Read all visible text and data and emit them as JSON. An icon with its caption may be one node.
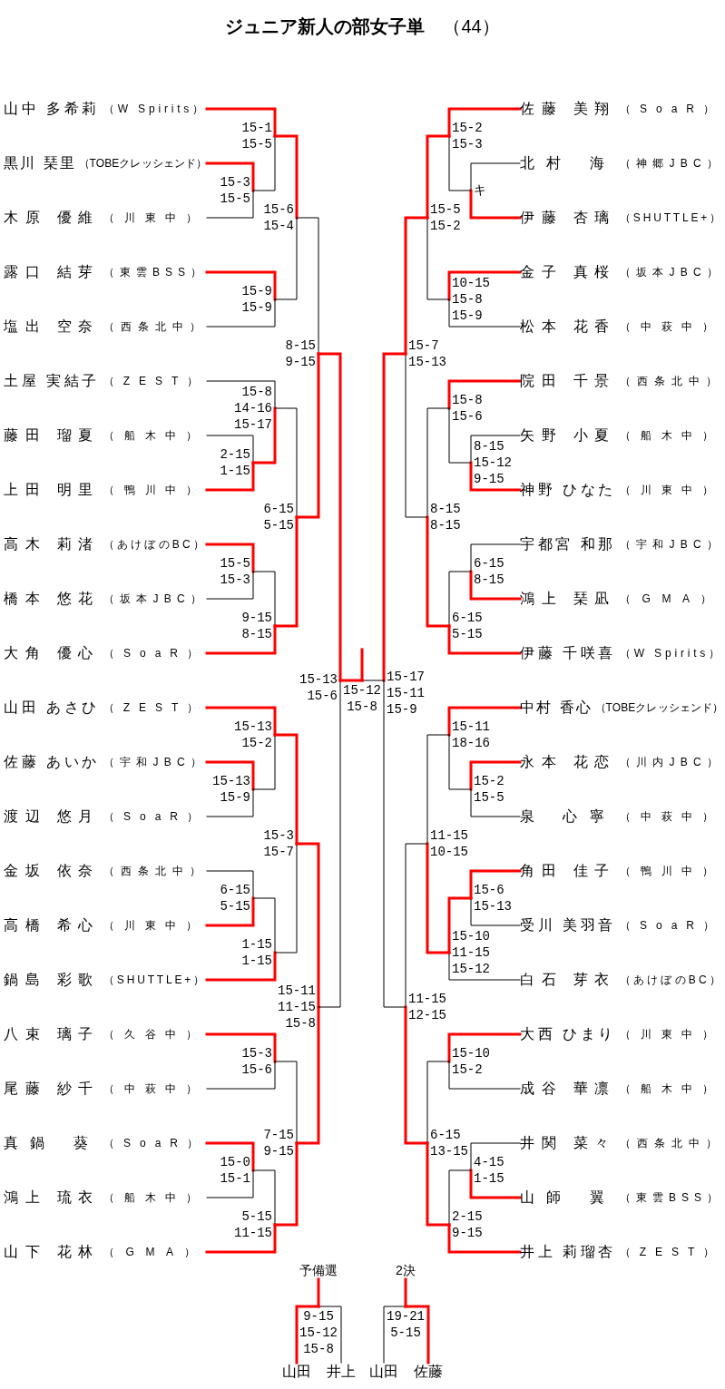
{
  "diagram": {
    "title": "**ジュニア新人の部女子単**　（44）",
    "nodes": [
      {
        "text": [
          "山中 多希莉",
          "（W Spirits）"
        ]
      },
      {
        "text": [
          "黒川 琹里",
          "（TOBEクレッシェンド）"
        ]
      },
      {
        "text": [
          "木原 優維",
          "（川東中）"
        ]
      },
      {
        "text": [
          "露口 結芽",
          "（東雲BSS）"
        ]
      },
      {
        "text": [
          "塩出 空奈",
          "（西条北中）"
        ]
      },
      {
        "text": [
          "土屋 実結子",
          "（ZEST）"
        ]
      },
      {
        "text": [
          "藤田 瑠夏",
          "（船木中）"
        ]
      },
      {
        "text": [
          "上田 明里",
          "（鴨川中）"
        ]
      },
      {
        "text": [
          "高木 莉渚",
          "（あけぼのBC）"
        ]
      },
      {
        "text": [
          "橋本 悠花",
          "（坂本JBC）"
        ]
      },
      {
        "text": [
          "大角 優心",
          "（SoaR）"
        ]
      },
      {
        "text": [
          "山田 あさひ",
          "（ZEST）"
        ]
      },
      {
        "text": [
          "佐藤 あいか",
          "（宇和JBC）"
        ]
      },
      {
        "text": [
          "渡辺 悠月",
          "（SoaR）"
        ]
      },
      {
        "text": [
          "金坂 依奈",
          "（西条北中）"
        ]
      },
      {
        "text": [
          "高橋 希心",
          "（川東中）"
        ]
      },
      {
        "text": [
          "鍋島 彩歌",
          "（SHUTTLE+）"
        ]
      },
      {
        "text": [
          "八束 璃子",
          "（久谷中）"
        ]
      },
      {
        "text": [
          "尾藤 紗千",
          "（中萩中）"
        ]
      },
      {
        "text": [
          "真鍋 葵",
          "（SoaR）"
        ]
      },
      {
        "text": [
          "鴻上 琉衣",
          "（船木中）"
        ]
      },
      {
        "text": [
          "山下 花林",
          "（GMA）"
        ]
      },
      {
        "text": [
          "佐藤 美翔",
          "（SoaR）"
        ]
      },
      {
        "text": [
          "北村 海",
          "（神郷JBC）"
        ]
      },
      {
        "text": [
          "伊藤 杏璃",
          "（SHUTTLE+）"
        ]
      },
      {
        "text": [
          "金子 真桜",
          "（坂本JBC）"
        ]
      },
      {
        "text": [
          "松本 花香",
          "（中萩中）"
        ]
      },
      {
        "text": [
          "院田 千景",
          "（西条北中）"
        ]
      },
      {
        "text": [
          "矢野 小夏",
          "（船木中）"
        ]
      },
      {
        "text": [
          "神野 ひなた",
          "（川東中）"
        ]
      },
      {
        "text": [
          "宇都宮 和那",
          "（宇和JBC）"
        ]
      },
      {
        "text": [
          "鴻上 琹凪",
          "（GMA）"
        ]
      },
      {
        "text": [
          "伊藤 千咲喜",
          "（W Spirits）"
        ]
      },
      {
        "text": [
          "中村 香心",
          "（TOBEクレッシェンド）"
        ]
      },
      {
        "text": [
          "永本 花恋",
          "（川内JBC）"
        ]
      },
      {
        "text": [
          "泉 心寧",
          "（中萩中）"
        ]
      },
      {
        "text": [
          "角田 佳子",
          "（鴨川中）"
        ]
      },
      {
        "text": [
          "受川 美羽音",
          "（SoaR）"
        ]
      },
      {
        "text": [
          "白石 芽衣",
          "（あけぼのBC）"
        ]
      },
      {
        "text": [
          "大西 ひまり",
          "（川東中）"
        ]
      },
      {
        "text": [
          "成谷 華凛",
          "（船木中）"
        ]
      },
      {
        "text": [
          "井関 菜々",
          "（西条北中）"
        ]
      },
      {
        "text": [
          "山師 翼",
          "（東雲BSS）"
        ]
      },
      {
        "text": [
          "井上 莉瑠杏",
          "（ZEST）"
        ]
      },
      {
        "text": [
          "15-3 15-5"
        ]
      },
      {
        "text": [
          "15-1 15-5"
        ]
      },
      {
        "text": [
          "15-9 15-9"
        ]
      },
      {
        "text": [
          "15-6 15-4"
        ]
      },
      {
        "text": [
          "2-15 1-15"
        ]
      },
      {
        "text": [
          "15-8 14-16 15-17"
        ]
      },
      {
        "text": [
          "15-5 15-3"
        ]
      },
      {
        "text": [
          "9-15 8-15"
        ]
      },
      {
        "text": [
          "6-15 5-15"
        ]
      },
      {
        "text": [
          "8-15 9-15"
        ]
      },
      {
        "text": [
          "15-13 15-9"
        ]
      },
      {
        "text": [
          "15-13 15-2"
        ]
      },
      {
        "text": [
          "6-15 5-15"
        ]
      },
      {
        "text": [
          "1-15 1-15"
        ]
      },
      {
        "text": [
          "15-3 15-7"
        ]
      },
      {
        "text": [
          "15-3 15-6"
        ]
      },
      {
        "text": [
          "15-0 15-1"
        ]
      },
      {
        "text": [
          "5-15 11-15"
        ]
      },
      {
        "text": [
          "7-15 9-15"
        ]
      },
      {
        "text": [
          "15-11 11-15 15-8"
        ]
      },
      {
        "text": [
          "15-13 15-6"
        ]
      },
      {
        "text": [
          "キ"
        ]
      },
      {
        "text": [
          "15-2 15-3"
        ]
      },
      {
        "text": [
          "10-15 15-8 15-9"
        ]
      },
      {
        "text": [
          "15-5 15-2"
        ]
      },
      {
        "text": [
          "8-15 15-12 9-15"
        ]
      },
      {
        "text": [
          "15-8 15-6"
        ]
      },
      {
        "text": [
          "6-15 8-15"
        ]
      },
      {
        "text": [
          "6-15 5-15"
        ]
      },
      {
        "text": [
          "8-15 8-15"
        ]
      },
      {
        "text": [
          "15-7 15-13"
        ]
      },
      {
        "text": [
          "15-2 15-5"
        ]
      },
      {
        "text": [
          "15-11 18-16"
        ]
      },
      {
        "text": [
          "15-6 15-13"
        ]
      },
      {
        "text": [
          "15-10 11-15 15-12"
        ]
      },
      {
        "text": [
          "11-15 10-15"
        ]
      },
      {
        "text": [
          "15-10 15-2"
        ]
      },
      {
        "text": [
          "4-15 1-15"
        ]
      },
      {
        "text": [
          "2-15 9-15"
        ]
      },
      {
        "text": [
          "6-15 13-15"
        ]
      },
      {
        "text": [
          "11-15 12-15"
        ]
      },
      {
        "text": [
          "15-17 15-11 15-9"
        ]
      },
      {
        "text": [
          "15-12 15-8"
        ]
      },
      {
        "text": [
          "9-15 15-12 15-8"
        ],
        "beside": [
          "予備選"
        ]
      },
      {
        "text": [
          "山田"
        ]
      },
      {
        "text": [
          "井上"
        ]
      },
      {
        "text": [
          "19-21 5-15"
        ],
        "beside": [
          "2決"
        ]
      },
      {
        "text": [
          "山田"
        ]
      },
      {
        "text": [
          "佐藤"
        ]
      }
    ],
    "edges": [
      {
        "from": 1,
        "to": 44,
        "arrow": "none"
      },
      {
        "from": 2,
        "to": 44,
        "arrow": "none",
        "color": "#000000"
      },
      {
        "from": 0,
        "to": 45,
        "arrow": "none"
      },
      {
        "from": 44,
        "to": 45,
        "arrow": "none",
        "color": "#000000"
      },
      {
        "from": 3,
        "to": 46,
        "arrow": "none"
      },
      {
        "from": 4,
        "to": 46,
        "arrow": "none",
        "color": "#000000"
      },
      {
        "from": 45,
        "to": 47,
        "arrow": "none"
      },
      {
        "from": 46,
        "to": 47,
        "arrow": "none",
        "color": "#000000"
      },
      {
        "from": 6,
        "to": 48,
        "arrow": "none",
        "color": "#000000"
      },
      {
        "from": 7,
        "to": 48,
        "arrow": "none"
      },
      {
        "from": 5,
        "to": 49,
        "arrow": "none",
        "color": "#000000"
      },
      {
        "from": 48,
        "to": 49,
        "arrow": "none"
      },
      {
        "from": 8,
        "to": 50,
        "arrow": "none"
      },
      {
        "from": 9,
        "to": 50,
        "arrow": "none",
        "color": "#000000"
      },
      {
        "from": 50,
        "to": 51,
        "arrow": "none",
        "color": "#000000"
      },
      {
        "from": 10,
        "to": 51,
        "arrow": "none"
      },
      {
        "from": 49,
        "to": 52,
        "arrow": "none",
        "color": "#000000"
      },
      {
        "from": 51,
        "to": 52,
        "arrow": "none"
      },
      {
        "from": 47,
        "to": 53,
        "arrow": "none",
        "color": "#000000"
      },
      {
        "from": 52,
        "to": 53,
        "arrow": "none"
      },
      {
        "from": 12,
        "to": 54,
        "arrow": "none"
      },
      {
        "from": 13,
        "to": 54,
        "arrow": "none",
        "color": "#000000"
      },
      {
        "from": 11,
        "to": 55,
        "arrow": "none"
      },
      {
        "from": 54,
        "to": 55,
        "arrow": "none",
        "color": "#000000"
      },
      {
        "from": 14,
        "to": 56,
        "arrow": "none",
        "color": "#000000"
      },
      {
        "from": 15,
        "to": 56,
        "arrow": "none"
      },
      {
        "from": 56,
        "to": 57,
        "arrow": "none",
        "color": "#000000"
      },
      {
        "from": 16,
        "to": 57,
        "arrow": "none"
      },
      {
        "from": 55,
        "to": 58,
        "arrow": "none"
      },
      {
        "from": 57,
        "to": 58,
        "arrow": "none",
        "color": "#000000"
      },
      {
        "from": 17,
        "to": 59,
        "arrow": "none"
      },
      {
        "from": 18,
        "to": 59,
        "arrow": "none",
        "color": "#000000"
      },
      {
        "from": 19,
        "to": 60,
        "arrow": "none"
      },
      {
        "from": 20,
        "to": 60,
        "arrow": "none",
        "color": "#000000"
      },
      {
        "from": 60,
        "to": 61,
        "arrow": "none",
        "color": "#000000"
      },
      {
        "from": 21,
        "to": 61,
        "arrow": "none"
      },
      {
        "from": 59,
        "to": 62,
        "arrow": "none",
        "color": "#000000"
      },
      {
        "from": 61,
        "to": 62,
        "arrow": "none"
      },
      {
        "from": 58,
        "to": 63,
        "arrow": "none"
      },
      {
        "from": 62,
        "to": 63,
        "arrow": "none"
      },
      {
        "from": 53,
        "to": 64,
        "arrow": "none"
      },
      {
        "from": 63,
        "to": 64,
        "arrow": "none",
        "color": "#000000"
      },
      {
        "from": 23,
        "to": 65,
        "arrow": "none",
        "color": "#000000"
      },
      {
        "from": 24,
        "to": 65,
        "arrow": "none"
      },
      {
        "from": 22,
        "to": 66,
        "arrow": "none"
      },
      {
        "from": 65,
        "to": 66,
        "arrow": "none",
        "color": "#000000"
      },
      {
        "from": 25,
        "to": 67,
        "arrow": "none"
      },
      {
        "from": 26,
        "to": 67,
        "arrow": "none",
        "color": "#000000"
      },
      {
        "from": 66,
        "to": 68,
        "arrow": "none"
      },
      {
        "from": 67,
        "to": 68,
        "arrow": "none",
        "color": "#000000"
      },
      {
        "from": 28,
        "to": 69,
        "arrow": "none",
        "color": "#000000"
      },
      {
        "from": 29,
        "to": 69,
        "arrow": "none"
      },
      {
        "from": 27,
        "to": 70,
        "arrow": "none"
      },
      {
        "from": 69,
        "to": 70,
        "arrow": "none",
        "color": "#000000"
      },
      {
        "from": 30,
        "to": 71,
        "arrow": "none",
        "color": "#000000"
      },
      {
        "from": 31,
        "to": 71,
        "arrow": "none"
      },
      {
        "from": 71,
        "to": 72,
        "arrow": "none",
        "color": "#000000"
      },
      {
        "from": 32,
        "to": 72,
        "arrow": "none"
      },
      {
        "from": 70,
        "to": 73,
        "arrow": "none",
        "color": "#000000"
      },
      {
        "from": 72,
        "to": 73,
        "arrow": "none"
      },
      {
        "from": 68,
        "to": 74,
        "arrow": "none"
      },
      {
        "from": 73,
        "to": 74,
        "arrow": "none",
        "color": "#000000"
      },
      {
        "from": 34,
        "to": 75,
        "arrow": "none"
      },
      {
        "from": 35,
        "to": 75,
        "arrow": "none",
        "color": "#000000"
      },
      {
        "from": 33,
        "to": 76,
        "arrow": "none"
      },
      {
        "from": 75,
        "to": 76,
        "arrow": "none",
        "color": "#000000"
      },
      {
        "from": 36,
        "to": 77,
        "arrow": "none"
      },
      {
        "from": 37,
        "to": 77,
        "arrow": "none",
        "color": "#000000"
      },
      {
        "from": 77,
        "to": 78,
        "arrow": "none"
      },
      {
        "from": 38,
        "to": 78,
        "arrow": "none",
        "color": "#000000"
      },
      {
        "from": 76,
        "to": 79,
        "arrow": "none",
        "color": "#000000"
      },
      {
        "from": 78,
        "to": 79,
        "arrow": "none"
      },
      {
        "from": 39,
        "to": 80,
        "arrow": "none"
      },
      {
        "from": 40,
        "to": 80,
        "arrow": "none",
        "color": "#000000"
      },
      {
        "from": 41,
        "to": 81,
        "arrow": "none",
        "color": "#000000"
      },
      {
        "from": 42,
        "to": 81,
        "arrow": "none"
      },
      {
        "from": 81,
        "to": 82,
        "arrow": "none",
        "color": "#000000"
      },
      {
        "from": 43,
        "to": 82,
        "arrow": "none"
      },
      {
        "from": 80,
        "to": 83,
        "arrow": "none",
        "color": "#000000"
      },
      {
        "from": 82,
        "to": 83,
        "arrow": "none"
      },
      {
        "from": 79,
        "to": 84,
        "arrow": "none",
        "color": "#000000"
      },
      {
        "from": 83,
        "to": 84,
        "arrow": "none"
      },
      {
        "from": 74,
        "to": 85,
        "arrow": "none"
      },
      {
        "from": 84,
        "to": 85,
        "arrow": "none",
        "color": "#000000"
      },
      {
        "from": 64,
        "to": 86,
        "arrow": "none"
      },
      {
        "from": 85,
        "to": 86,
        "arrow": "none",
        "color": "#000000"
      },
      {
        "from": 86,
        "to": null,
        "arrow": "none"
      },
      {
        "from": 88,
        "to": 87,
        "arrow": "none"
      },
      {
        "from": 89,
        "to": 87,
        "arrow": "none",
        "color": "#000000"
      },
      {
        "from": 87,
        "to": null,
        "arrow": "none"
      },
      {
        "from": 91,
        "to": 90,
        "arrow": "none",
        "color": "#000000"
      },
      {
        "from": 92,
        "to": 90,
        "arrow": "none"
      },
      {
        "from": 90,
        "to": null,
        "arrow": "none"
      }
    ]
  }
}
